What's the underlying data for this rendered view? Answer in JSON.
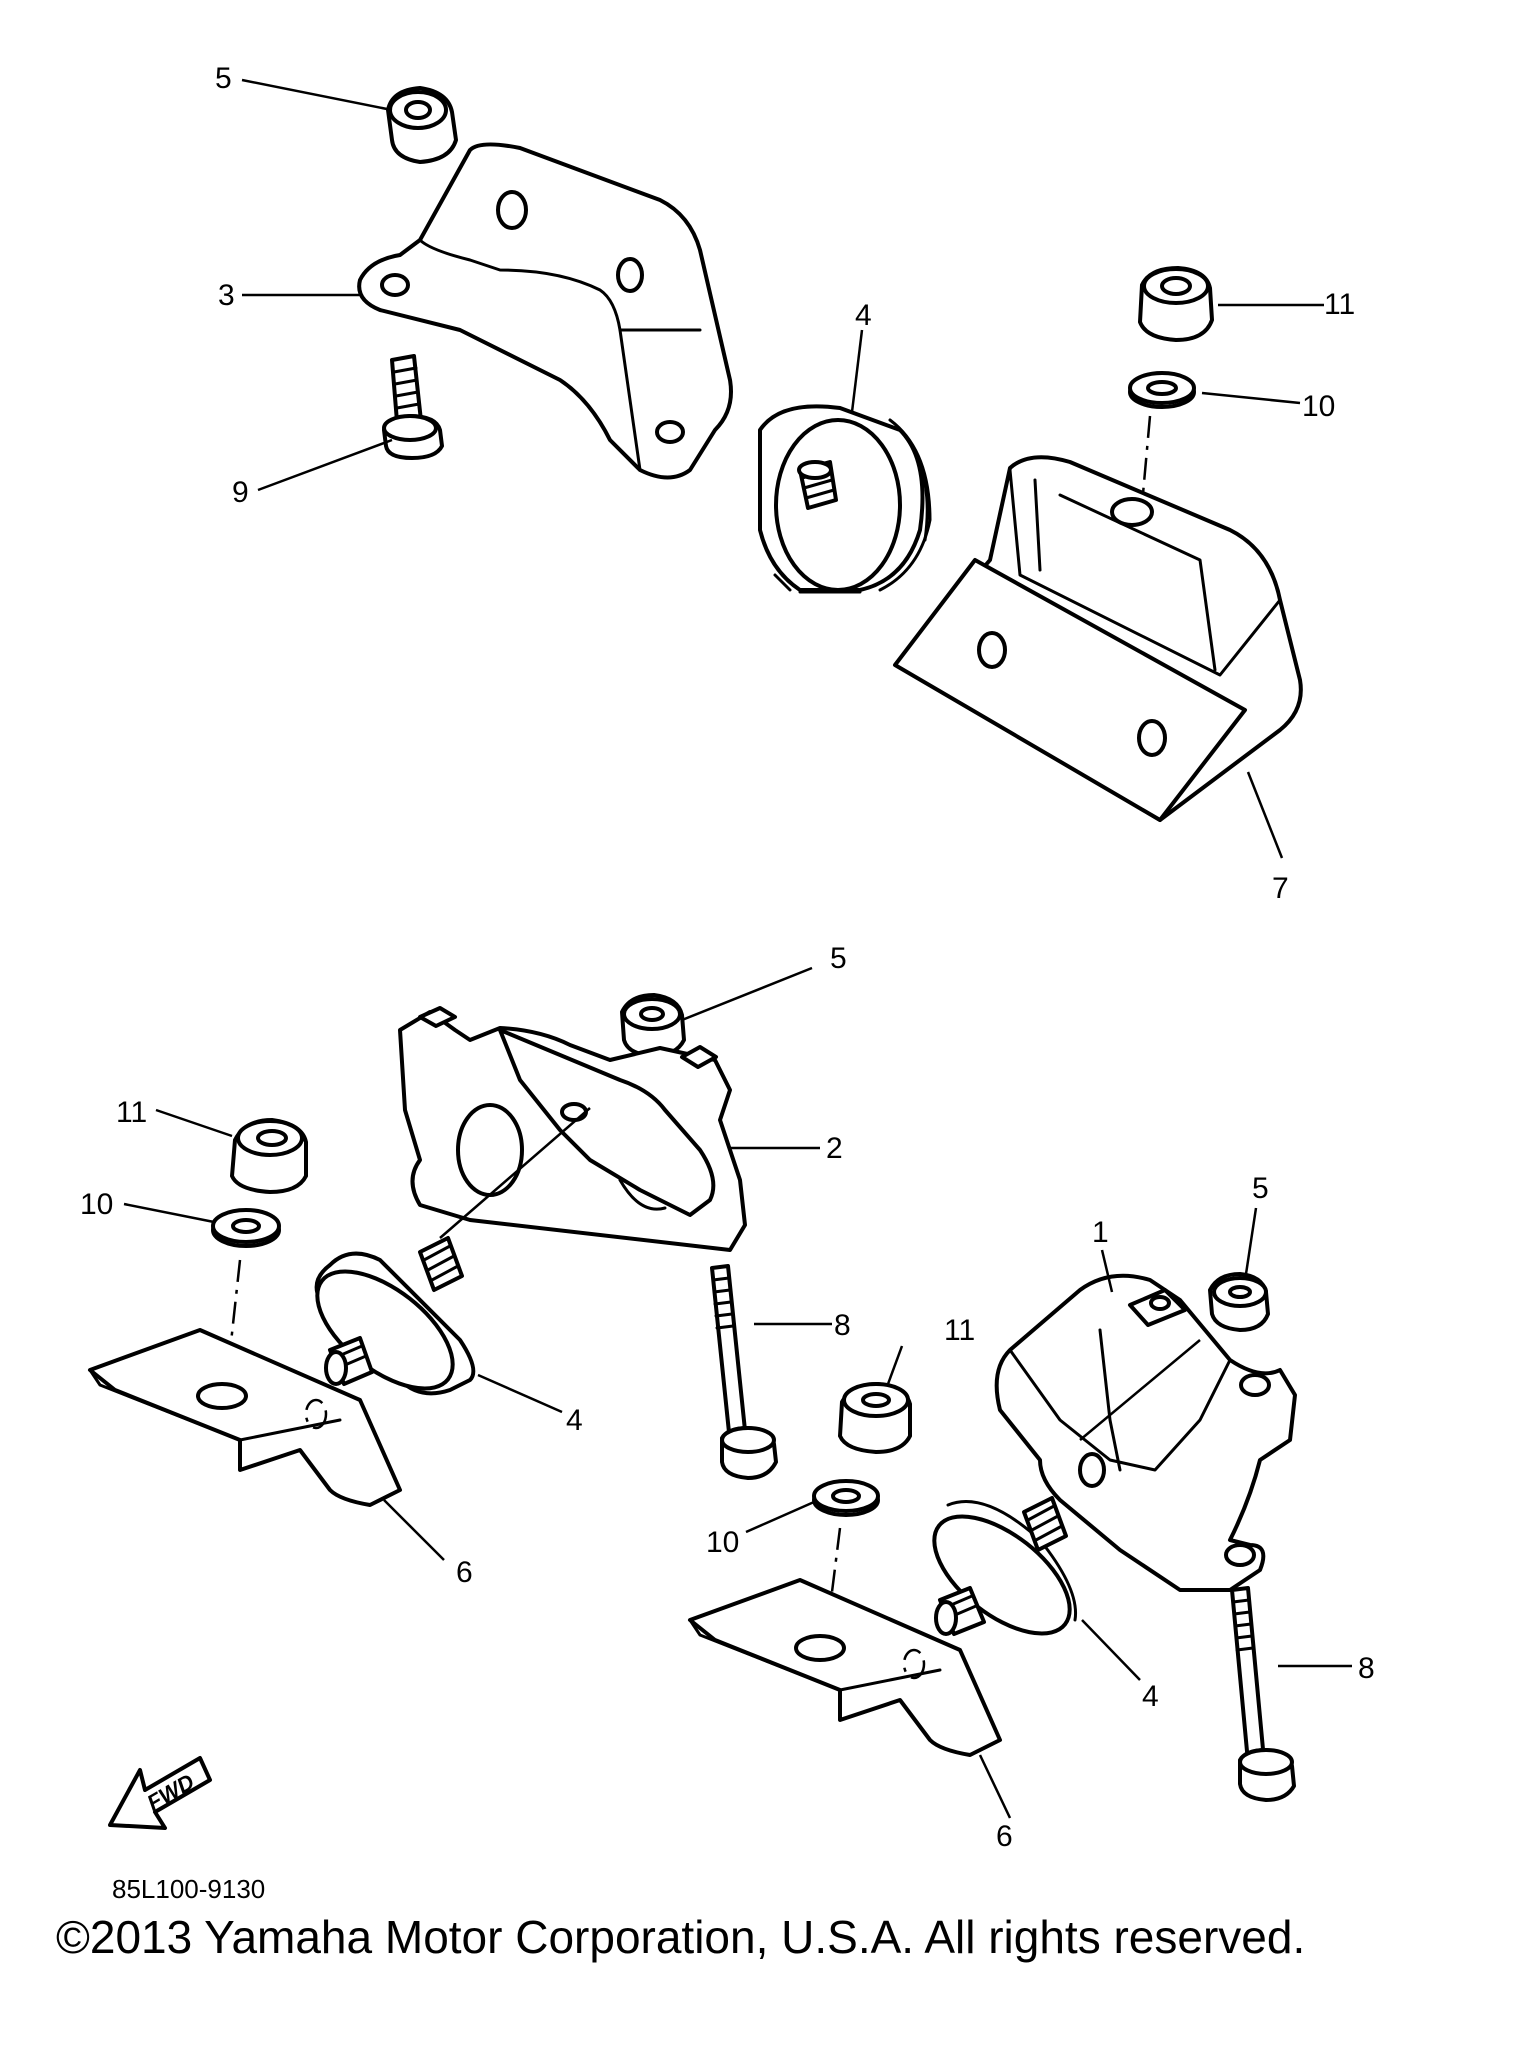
{
  "diagram": {
    "callouts": {
      "c5a": "5",
      "c3": "3",
      "c9": "9",
      "c4a": "4",
      "c11a": "11",
      "c10a": "10",
      "c7": "7",
      "c5b": "5",
      "c2": "2",
      "c11b": "11",
      "c10b": "10",
      "c4b": "4",
      "c6a": "6",
      "c8a": "8",
      "c1": "1",
      "c5c": "5",
      "c11c": "11",
      "c10c": "10",
      "c4c": "4",
      "c8b": "8",
      "c6b": "6"
    },
    "fwd_label": "FWD",
    "drawing_code": "85L100-9130"
  },
  "footer": {
    "copyright": "©2013 Yamaha Motor Corporation, U.S.A. All rights reserved."
  }
}
